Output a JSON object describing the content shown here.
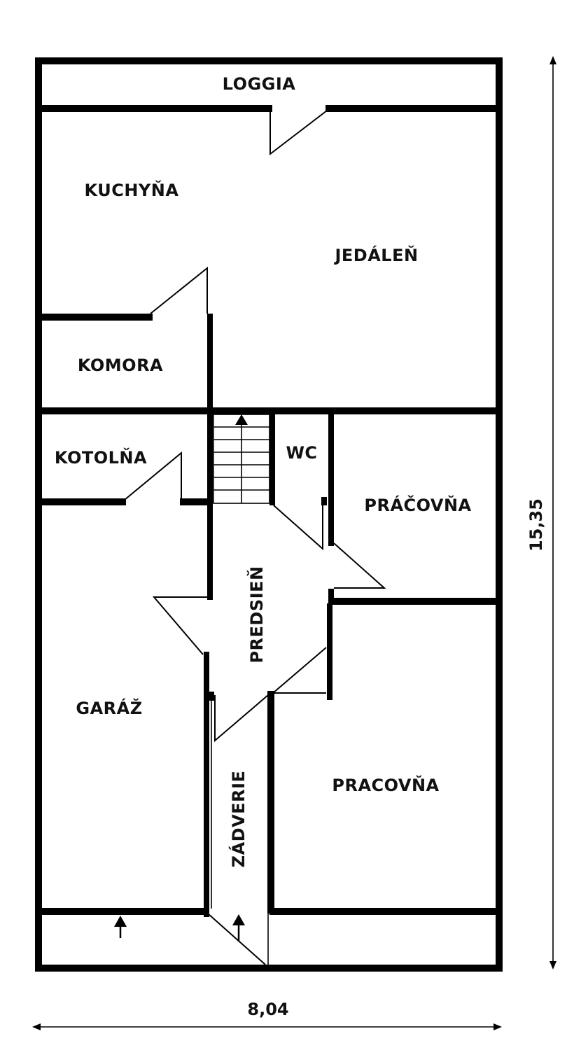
{
  "rooms": {
    "loggia": "LOGGIA",
    "kuchyna": "KUCHYŇA",
    "jedalen": "JEDÁLEŇ",
    "komora": "KOMORA",
    "kotolna": "KOTOLŇA",
    "wc": "WC",
    "pracovna_upper": "PRÁČOVŇA",
    "predsien": "PREDSIEŇ",
    "garaz": "GARÁŽ",
    "zadverie": "ZÁDVERIE",
    "pracovna_lower": "PRACOVŇA"
  },
  "dimensions": {
    "width": "8,04",
    "height": "15,35"
  }
}
